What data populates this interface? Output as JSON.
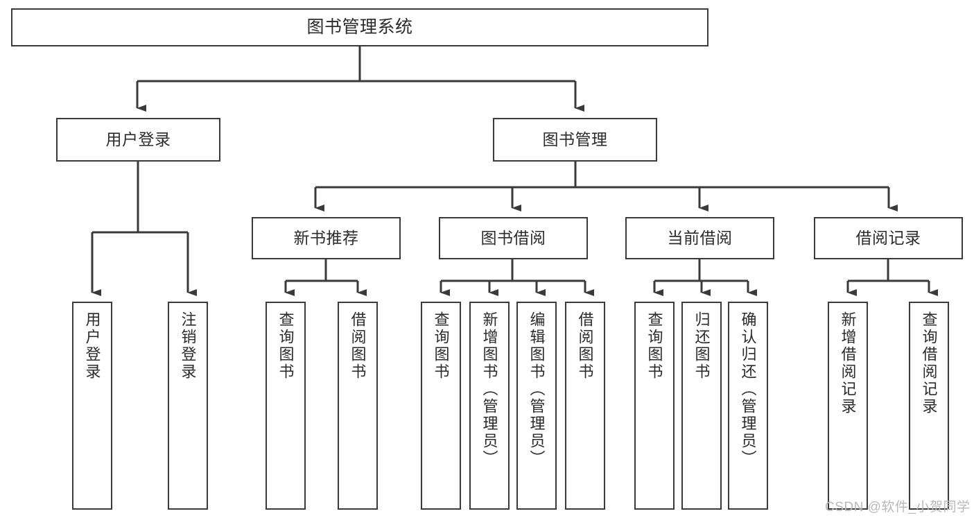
{
  "diagram": {
    "title": "图书管理系统",
    "watermark": "CSDN @软件_小贺同学",
    "colors": {
      "stroke": "#3a3a3a",
      "box_fill": "#ffffff",
      "text": "#2b2b2b",
      "background": "#ffffff",
      "watermark": "#b9b9b9"
    },
    "root": {
      "label": "图书管理系统"
    },
    "level2": [
      {
        "label": "用户登录"
      },
      {
        "label": "图书管理"
      }
    ],
    "level3": [
      {
        "label": "新书推荐"
      },
      {
        "label": "图书借阅"
      },
      {
        "label": "当前借阅"
      },
      {
        "label": "借阅记录"
      }
    ],
    "leaves": {
      "user_login": [
        {
          "label": "用户登录"
        },
        {
          "label": "注销登录"
        }
      ],
      "new_book": [
        {
          "label": "查询图书"
        },
        {
          "label": "借阅图书"
        }
      ],
      "book_borrow": [
        {
          "label": "查询图书"
        },
        {
          "label": "新增图书（管理员）"
        },
        {
          "label": "编辑图书（管理员）"
        },
        {
          "label": "借阅图书"
        }
      ],
      "current_borrow": [
        {
          "label": "查询图书"
        },
        {
          "label": "归还图书"
        },
        {
          "label": "确认归还（管理员）"
        }
      ],
      "borrow_record": [
        {
          "label": "新增借阅记录"
        },
        {
          "label": "查询借阅记录"
        }
      ]
    }
  }
}
